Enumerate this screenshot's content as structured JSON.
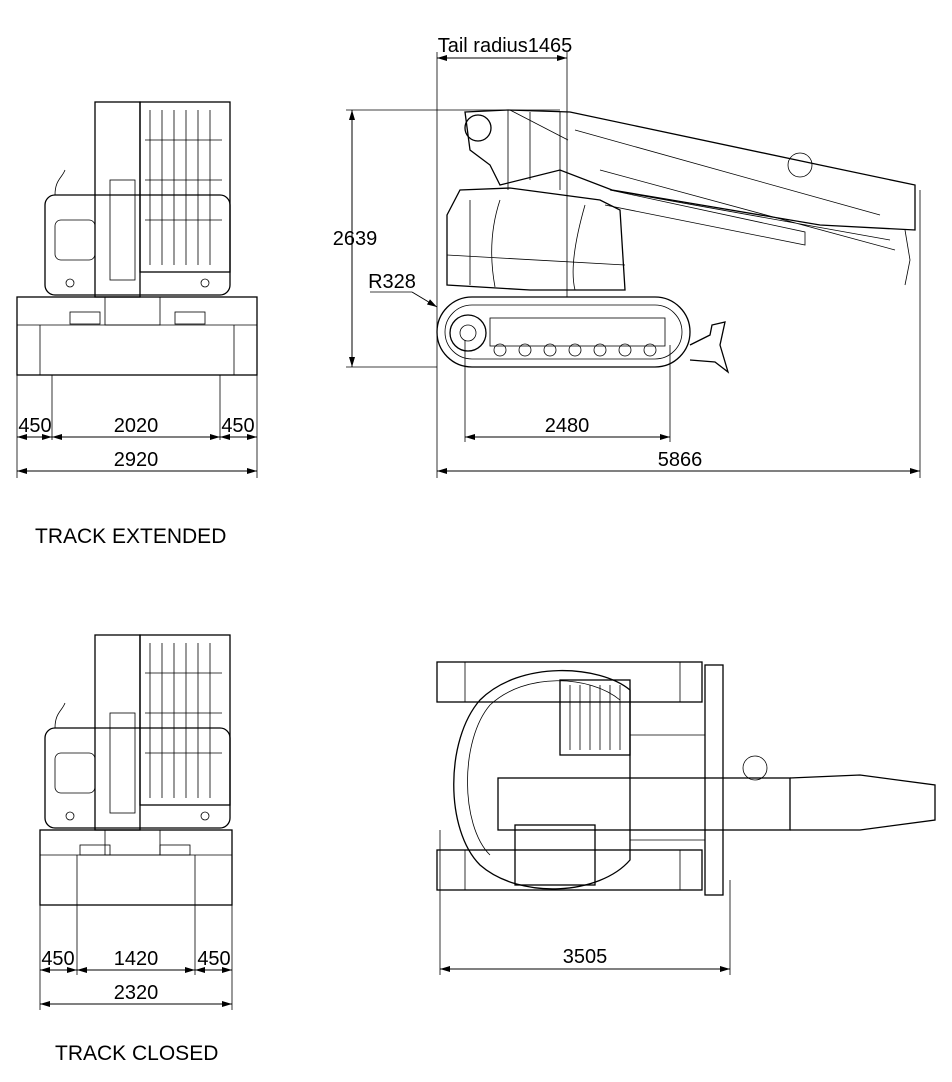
{
  "title": "Crawler crane dimension drawing",
  "front_extended": {
    "dims": {
      "left_track": "450",
      "inner": "2020",
      "right_track": "450",
      "overall": "2920"
    },
    "caption": "TRACK EXTENDED"
  },
  "side_view": {
    "tail_radius": "Tail radius1465",
    "height": "2639",
    "sprocket_radius": "R328",
    "track_length": "2480",
    "overall_length": "5866"
  },
  "front_closed": {
    "dims": {
      "left_track": "450",
      "inner": "1420",
      "right_track": "450",
      "overall": "2320"
    },
    "caption": "TRACK CLOSED"
  },
  "top_view": {
    "length": "3505"
  }
}
